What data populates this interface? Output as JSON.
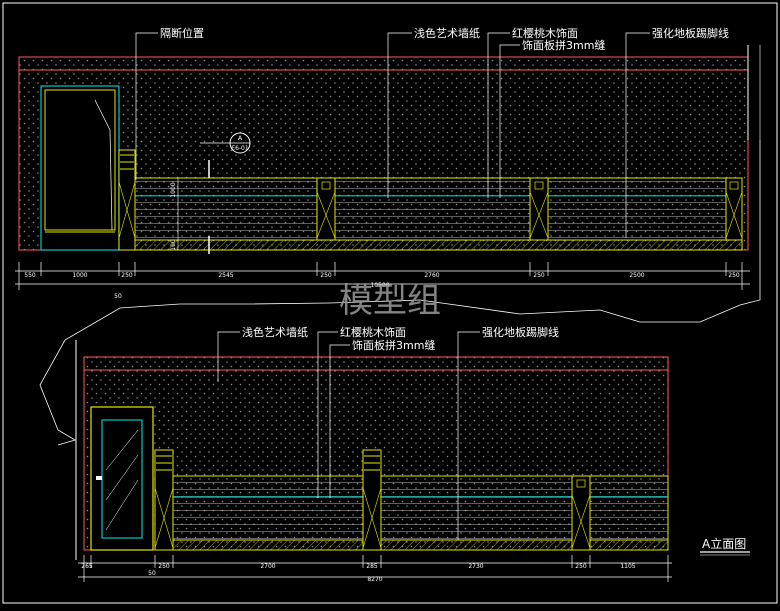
{
  "drawing": {
    "watermark": "模型组",
    "title": "A立面图",
    "colors": {
      "background": "#000000",
      "frame": "#ffffff",
      "wall_outline": "#ff5a5a",
      "wood": "#e6e600",
      "glass": "#00c8c8",
      "dimension": "#ffffff",
      "leader": "#ffffff"
    }
  },
  "elevation_top": {
    "labels": [
      "隔断位置",
      "浅色艺术墙纸",
      "红樱桃木饰面",
      "饰面板拼3mm缝",
      "强化地板踢脚线"
    ],
    "section_marker": {
      "letter": "A",
      "sheet": "E6-01"
    },
    "heights": [
      "1000",
      "100"
    ],
    "dims": [
      "550",
      "1000",
      "250",
      "2545",
      "250",
      "2760",
      "250",
      "2500",
      "250"
    ],
    "total": "10500",
    "sub_dim": "50"
  },
  "elevation_bottom": {
    "labels": [
      "浅色艺术墙纸",
      "红樱桃木饰面",
      "饰面板拼3mm缝",
      "强化地板踢脚线"
    ],
    "dims": [
      "265",
      "250",
      "2700",
      "285",
      "2730",
      "250",
      "1105"
    ],
    "total": "8270",
    "sub_dim": "50"
  }
}
